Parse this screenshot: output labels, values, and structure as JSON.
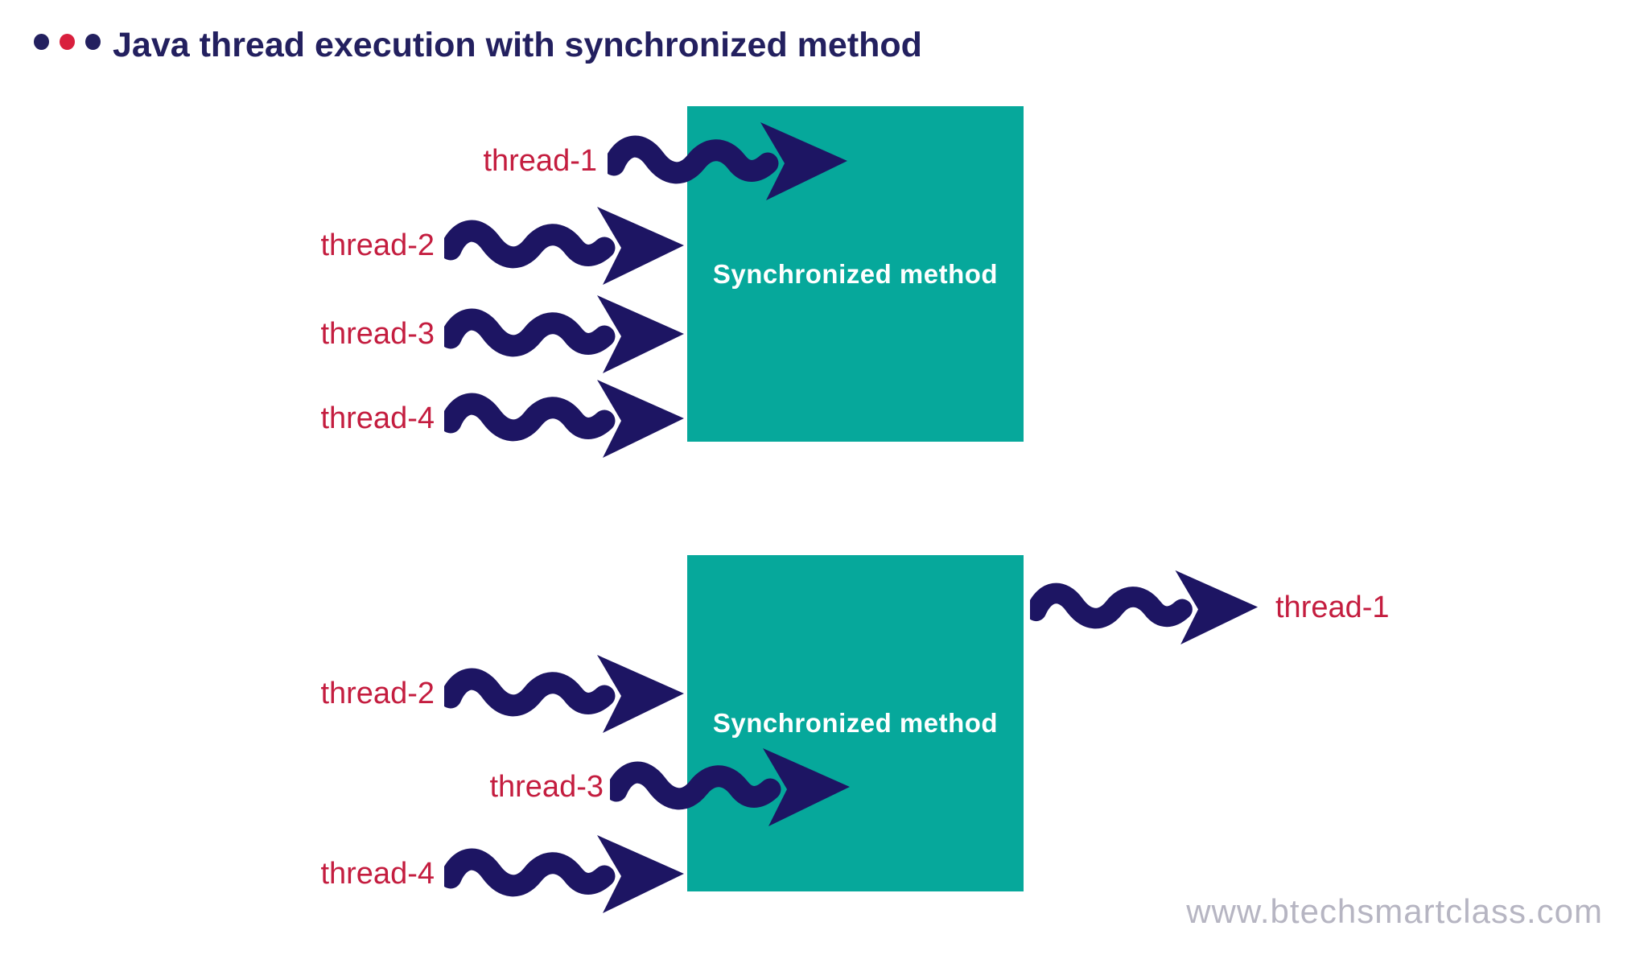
{
  "title": {
    "text": "Java thread execution with synchronized method"
  },
  "colors": {
    "navy": "#1d1563",
    "teal": "#06a89b",
    "red": "#c41d3f",
    "red_dot": "#d91f3d",
    "title": "#23205f",
    "watermark": "#b6b5c2",
    "box_label_color": "#ffffff"
  },
  "panels": [
    {
      "name": "threads-entering",
      "box_label": "Synchronized method",
      "threads": [
        {
          "label": "thread-1",
          "state": "inside-method"
        },
        {
          "label": "thread-2",
          "state": "waiting"
        },
        {
          "label": "thread-3",
          "state": "waiting"
        },
        {
          "label": "thread-4",
          "state": "waiting"
        }
      ]
    },
    {
      "name": "thread-finished",
      "box_label": "Synchronized method",
      "threads": [
        {
          "label": "thread-1",
          "state": "exited-method"
        },
        {
          "label": "thread-2",
          "state": "waiting"
        },
        {
          "label": "thread-3",
          "state": "inside-method"
        },
        {
          "label": "thread-4",
          "state": "waiting"
        }
      ]
    }
  ],
  "watermark": "www.btechsmartclass.com"
}
